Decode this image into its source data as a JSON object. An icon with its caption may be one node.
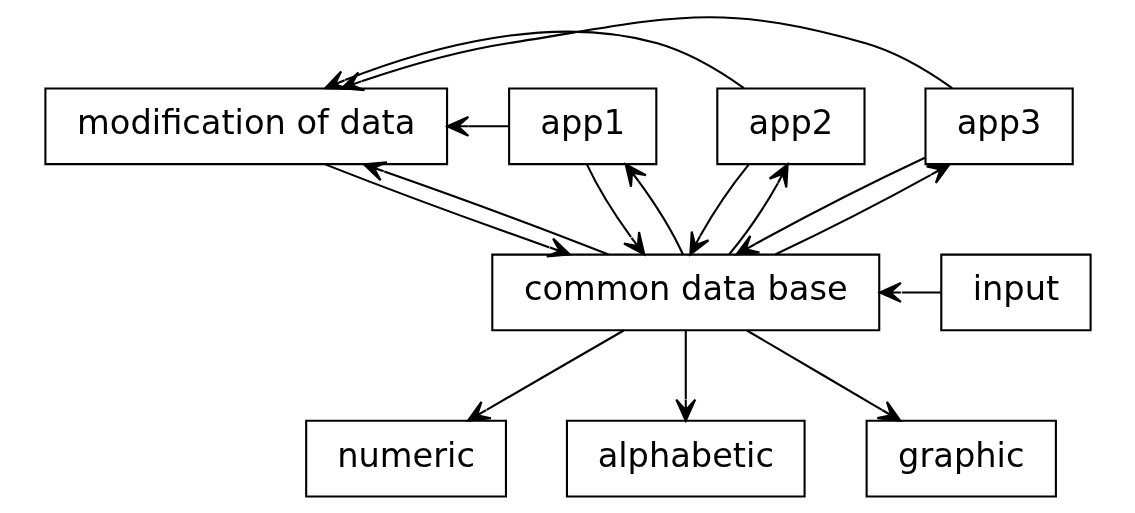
{
  "diagram": {
    "nodes": [
      {
        "text": [
          "modification of data"
        ]
      },
      {
        "text": [
          "app1"
        ]
      },
      {
        "text": [
          "app2"
        ]
      },
      {
        "text": [
          "app3"
        ]
      },
      {
        "text": [
          "input"
        ]
      },
      {
        "text": [
          "common data base"
        ]
      },
      {
        "text": [
          "numeric"
        ]
      },
      {
        "text": [
          "alphabetic"
        ]
      },
      {
        "text": [
          "graphic"
        ]
      }
    ],
    "edges": [
      {
        "from": 0,
        "to": 5,
        "arrow": "to"
      },
      {
        "from": 5,
        "to": 1,
        "arrow": "to"
      },
      {
        "from": 1,
        "to": 0,
        "arrow": "to"
      },
      {
        "from": 1,
        "to": 5,
        "arrow": "to"
      },
      {
        "from": 5,
        "to": 2,
        "arrow": "to"
      },
      {
        "from": 2,
        "to": 0,
        "arrow": "to"
      },
      {
        "from": 2,
        "to": 5,
        "arrow": "to"
      },
      {
        "from": 5,
        "to": 3,
        "arrow": "to"
      },
      {
        "from": 3,
        "to": 0,
        "arrow": "to"
      },
      {
        "from": 3,
        "to": 5,
        "arrow": "to"
      },
      {
        "from": 5,
        "to": 0,
        "arrow": "to"
      },
      {
        "from": 4,
        "to": 5,
        "arrow": "to"
      },
      {
        "from": 5,
        "to": 6,
        "arrow": "to"
      },
      {
        "from": 5,
        "to": 7,
        "arrow": "to"
      },
      {
        "from": 5,
        "to": 8,
        "arrow": "to"
      }
    ]
  }
}
